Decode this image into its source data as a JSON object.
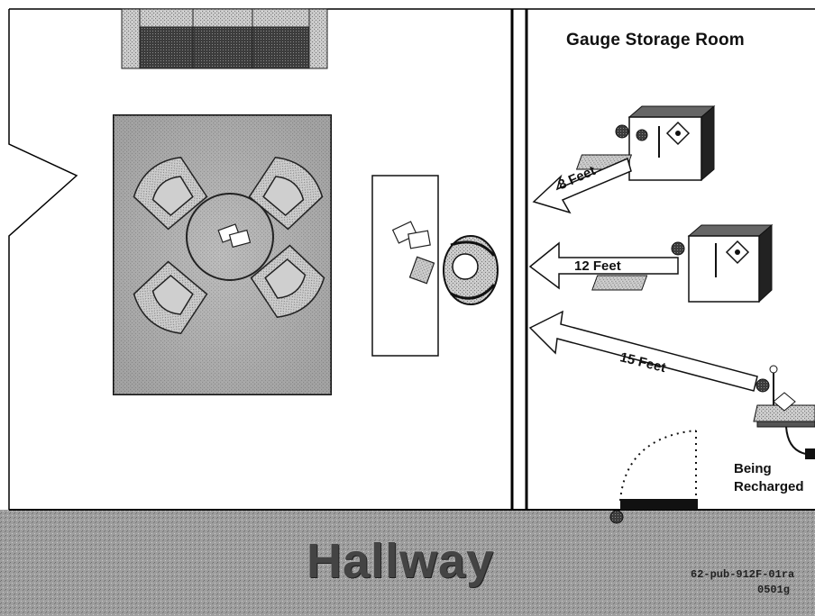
{
  "storage_room": {
    "title": "Gauge Storage Room"
  },
  "distances": [
    {
      "label": "8 Feet"
    },
    {
      "label": "12 Feet"
    },
    {
      "label": "15 Feet"
    }
  ],
  "charging_status": {
    "line1": "Being",
    "line2": "Recharged"
  },
  "hallway": {
    "title": "Hallway",
    "code_line1": "62-pub-912F-01ra",
    "code_line2": "0501g"
  },
  "icons": [
    "sofa",
    "area-rug",
    "armchair",
    "coffee-table",
    "desk",
    "person-at-desk",
    "gauge-storage-box",
    "radiation-hazard-sign",
    "nuclear-gauge",
    "charger-plug",
    "door-swing",
    "dosimeter-badge"
  ],
  "colors": {
    "wall": "#000000",
    "rug": "#a8a8a8",
    "sofa": "#555555",
    "floor": "#ffffff",
    "hallway": "#9a9a9a"
  }
}
